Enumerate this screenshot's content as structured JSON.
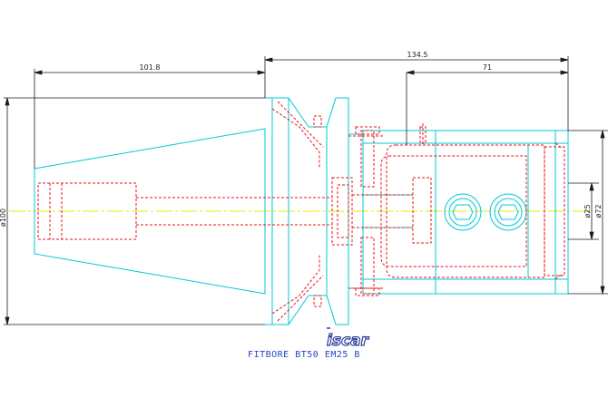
{
  "drawing": {
    "title": "FITBORE BT50 EM25 B",
    "logo_text": "iscar",
    "dimensions": {
      "gauge_length": "101.8",
      "overall_length": "134.5",
      "holder_length": "71",
      "flange_diameter": "ø100",
      "bore_diameter": "ø25",
      "body_diameter": "ø72"
    },
    "colors": {
      "outline": "#00c8d8",
      "hidden": "#e8141e",
      "centerline": "#e8e800",
      "dimension": "#1a1a1a",
      "title": "#2646c8",
      "logo": "#2f3f9e"
    }
  }
}
